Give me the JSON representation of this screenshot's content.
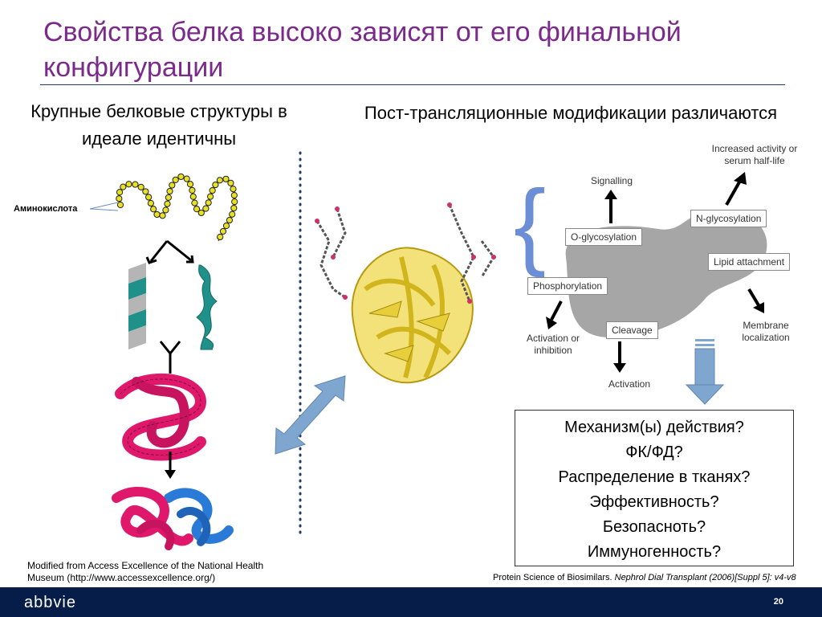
{
  "slide": {
    "title": "Свойства белка высоко зависят от его финальной конфигурации",
    "left_heading": "Крупные белковые структуры в идеале идентичны",
    "right_heading": "Пост-трансляционные модификации различаются",
    "amino_acid_label": "Аминокислота",
    "diagram": {
      "signalling": "Signalling",
      "increased_activity": "Increased activity or serum half-life",
      "o_glycosylation": "O-glycosylation",
      "n_glycosylation": "N-glycosylation",
      "lipid_attachment": "Lipid attachment",
      "phosphorylation": "Phosphorylation",
      "activation_inhibition": "Activation or inhibition",
      "cleavage": "Cleavage",
      "membrane_localization": "Membrane localization",
      "activation": "Activation"
    },
    "questions": [
      "Механизм(ы) действия?",
      "ФК/ФД?",
      "Распределение в тканях?",
      "Эффективность?",
      "Безопасноть?",
      "Иммуногенность?"
    ],
    "source_left": "Modified from Access Excellence of the National Health Museum (http://www.accessexcellence.org/)",
    "source_right_plain": "Protein Science of Biosimilars. ",
    "source_right_italic": "Nephrol Dial Transplant (2006)[Suppl 5]: v4-v8",
    "footer_logo": "abbvie",
    "page_number": "20"
  },
  "colors": {
    "title": "#7b2a8c",
    "footer": "#071d49",
    "chain": "#e8e020",
    "helix": "#e0186c",
    "helix_blue": "#2a7bd8",
    "sheet": "#20908a",
    "protein": "#e6cf3a",
    "blob": "#a6a6a6",
    "arrow_blue": "#7fa6cf",
    "bracket": "#6b8ed6"
  }
}
